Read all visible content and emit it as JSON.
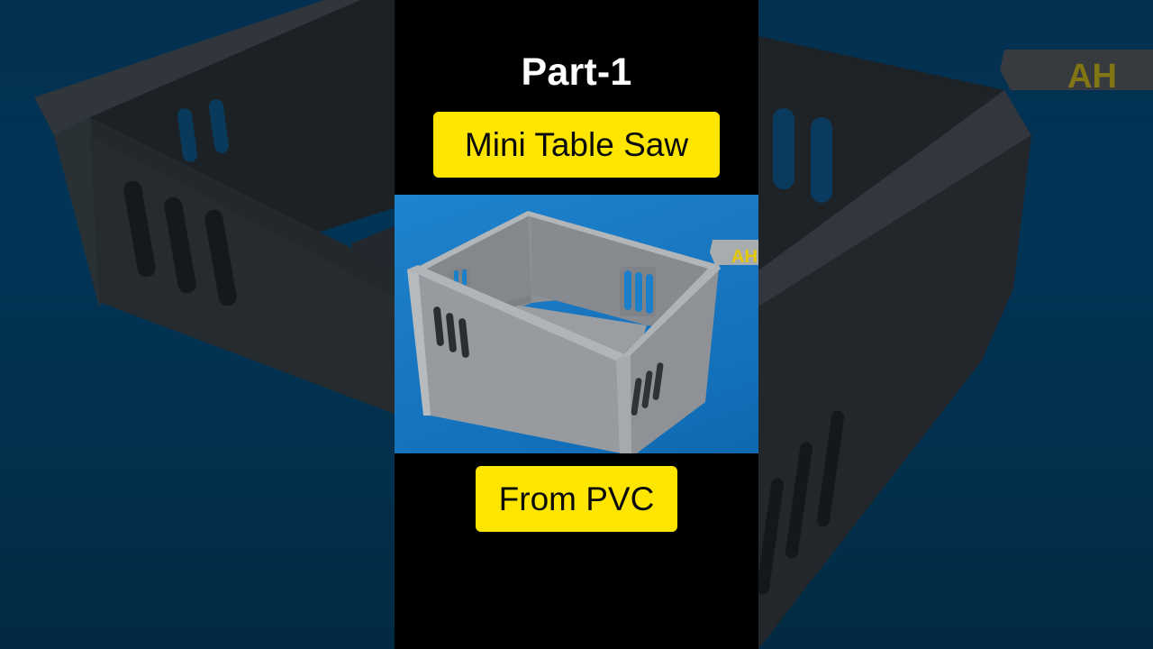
{
  "title": "Part-1",
  "labels": {
    "primary": "Mini Table Saw",
    "secondary": "From PVC"
  },
  "photo": {
    "subject": "gray PVC box with slotted vents on blue surface",
    "tag_text": "AH"
  },
  "colors": {
    "label_background": "#ffe600",
    "label_text": "#0a0a0a",
    "title_text": "#ffffff",
    "center_background": "#000000",
    "surface_blue": "#1a78c2",
    "pvc_gray": "#8e9296"
  }
}
